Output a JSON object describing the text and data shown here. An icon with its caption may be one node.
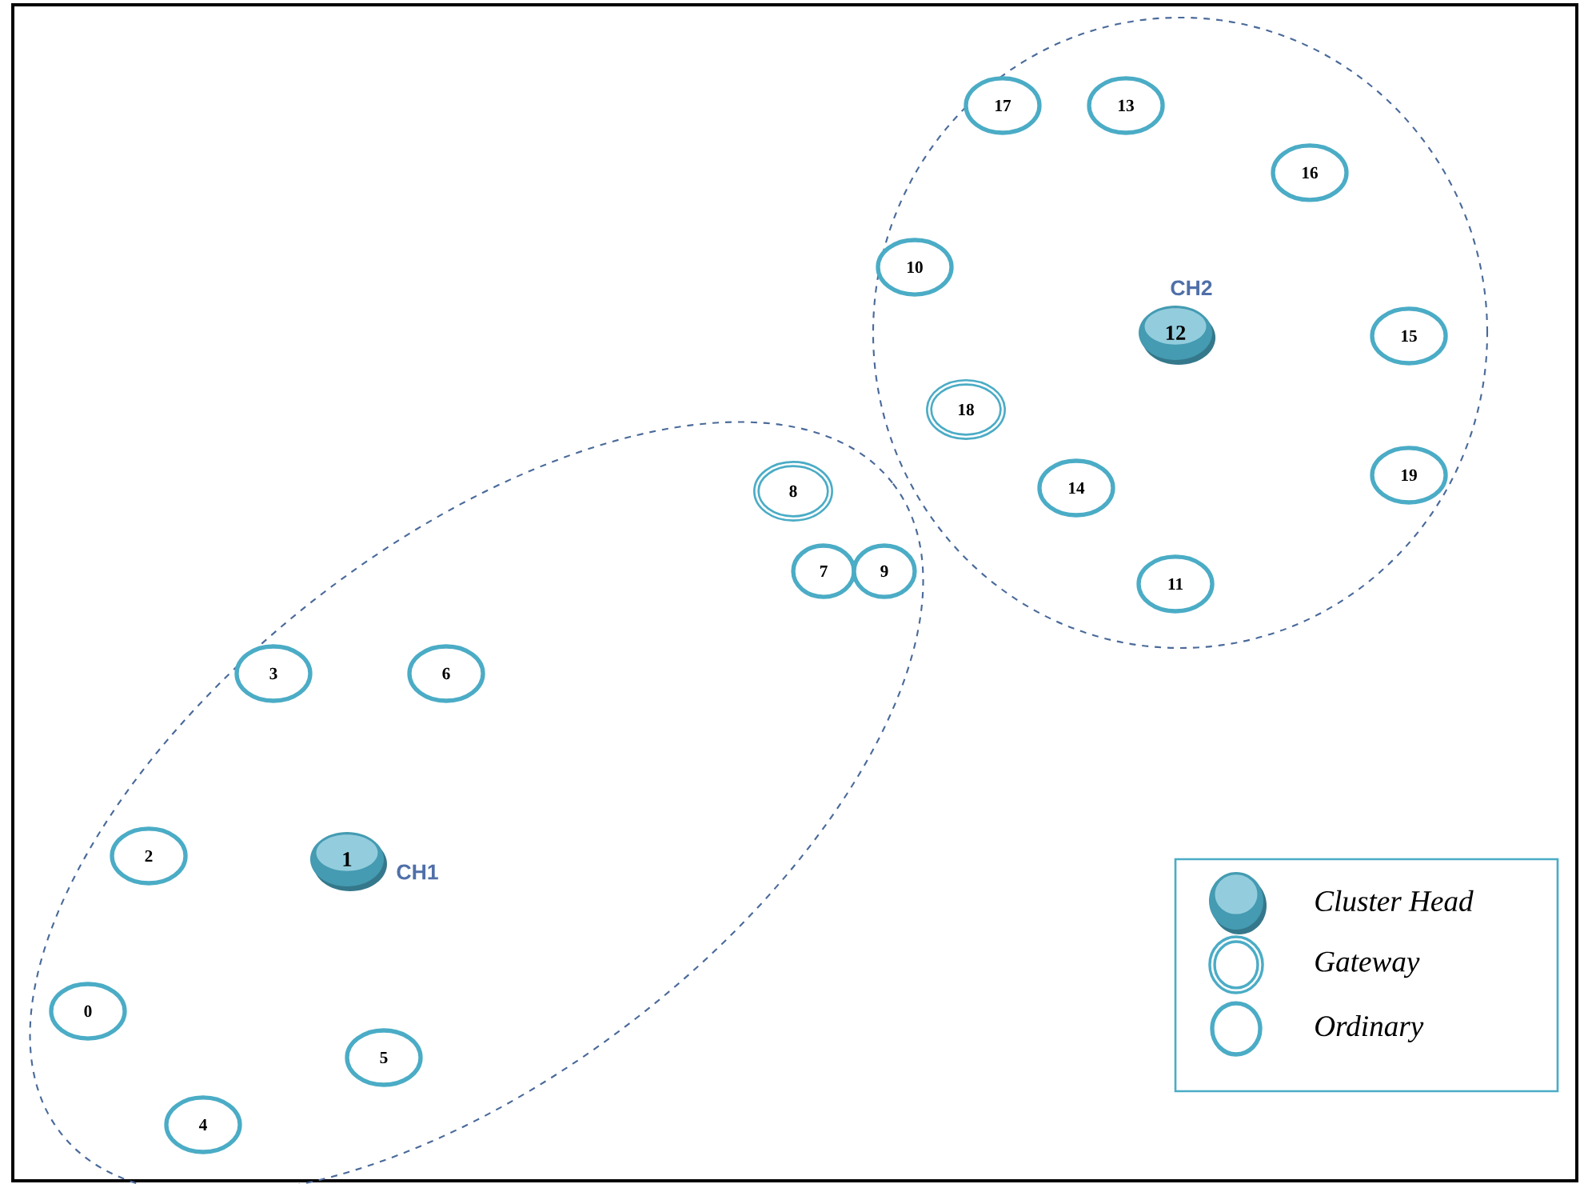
{
  "diagram": {
    "nodes": [
      {
        "text": [],
        "shape": "ellipse"
      },
      {
        "text": [
          "17"
        ],
        "in": 0
      },
      {
        "text": [
          "13"
        ],
        "in": 0
      },
      {
        "text": [
          "16"
        ],
        "in": 0
      },
      {
        "text": [
          "10"
        ],
        "in": 0
      },
      {
        "text": [
          "12"
        ],
        "in": 0,
        "beside": [
          "CH2"
        ]
      },
      {
        "text": [
          "15"
        ],
        "in": 0
      },
      {
        "text": [
          "18"
        ],
        "in": 0
      },
      {
        "text": [
          "14"
        ],
        "in": 0
      },
      {
        "text": [
          "19"
        ],
        "in": 0
      },
      {
        "text": [
          "11"
        ],
        "in": 0
      },
      {
        "text": [],
        "shape": "ellipse"
      },
      {
        "text": [
          "8"
        ],
        "in": 11
      },
      {
        "text": [
          "7"
        ],
        "in": 11
      },
      {
        "text": [
          "9"
        ],
        "in": 11
      },
      {
        "text": [
          "3"
        ],
        "in": 11
      },
      {
        "text": [
          "6"
        ],
        "in": 11
      },
      {
        "text": [
          "2"
        ],
        "in": 11
      },
      {
        "text": [
          "1"
        ],
        "in": 11,
        "beside": [
          "CH1"
        ]
      },
      {
        "text": [
          "0"
        ],
        "in": 11
      },
      {
        "text": [
          "5"
        ],
        "in": 11
      },
      {
        "text": [
          "4"
        ],
        "in": 11
      }
    ],
    "legend": [
      {
        "text": "Cluster Head"
      },
      {
        "text": "Gateway"
      },
      {
        "text": "Ordinary"
      }
    ]
  }
}
